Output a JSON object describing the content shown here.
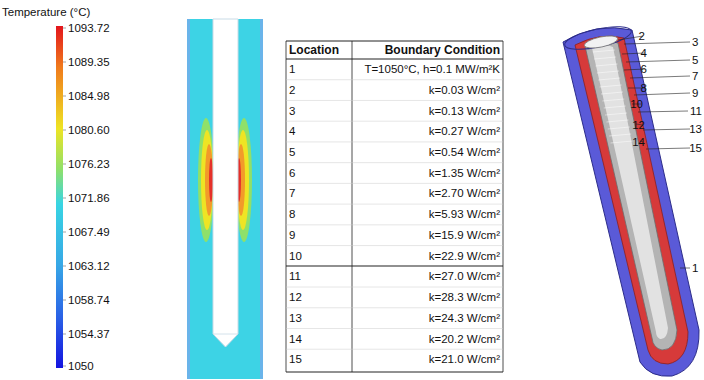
{
  "diagram": {
    "labels": [
      "Temperature (°C)",
      "1093.72",
      "1089.35",
      "1084.98",
      "1080.60",
      "1076.23",
      "1071.86",
      "1067.49",
      "1063.12",
      "1058.74",
      "1054.37",
      "1050",
      "Location",
      "Boundary Condition",
      "1",
      "T=1050°C, h=0.1 MW/m²K",
      "2",
      "k=0.03 W/cm²",
      "3",
      "k=0.13 W/cm²",
      "4",
      "k=0.27 W/cm²",
      "5",
      "k=0.54 W/cm²",
      "6",
      "k=1.35 W/cm²",
      "7",
      "k=2.70 W/cm²",
      "8",
      "k=5.93 W/cm²",
      "9",
      "k=15.9 W/cm²",
      "10",
      "k=22.9 W/cm²",
      "11",
      "k=27.0 W/cm²",
      "12",
      "k=28.3 W/cm²",
      "13",
      "k=24.3 W/cm²",
      "14",
      "k=20.2 W/cm²",
      "15",
      "k=21.0 W/cm²",
      "2",
      "3",
      "4",
      "5",
      "6",
      "7",
      "8",
      "9",
      "10",
      "11",
      "12",
      "13",
      "14",
      "15",
      "1"
    ]
  }
}
